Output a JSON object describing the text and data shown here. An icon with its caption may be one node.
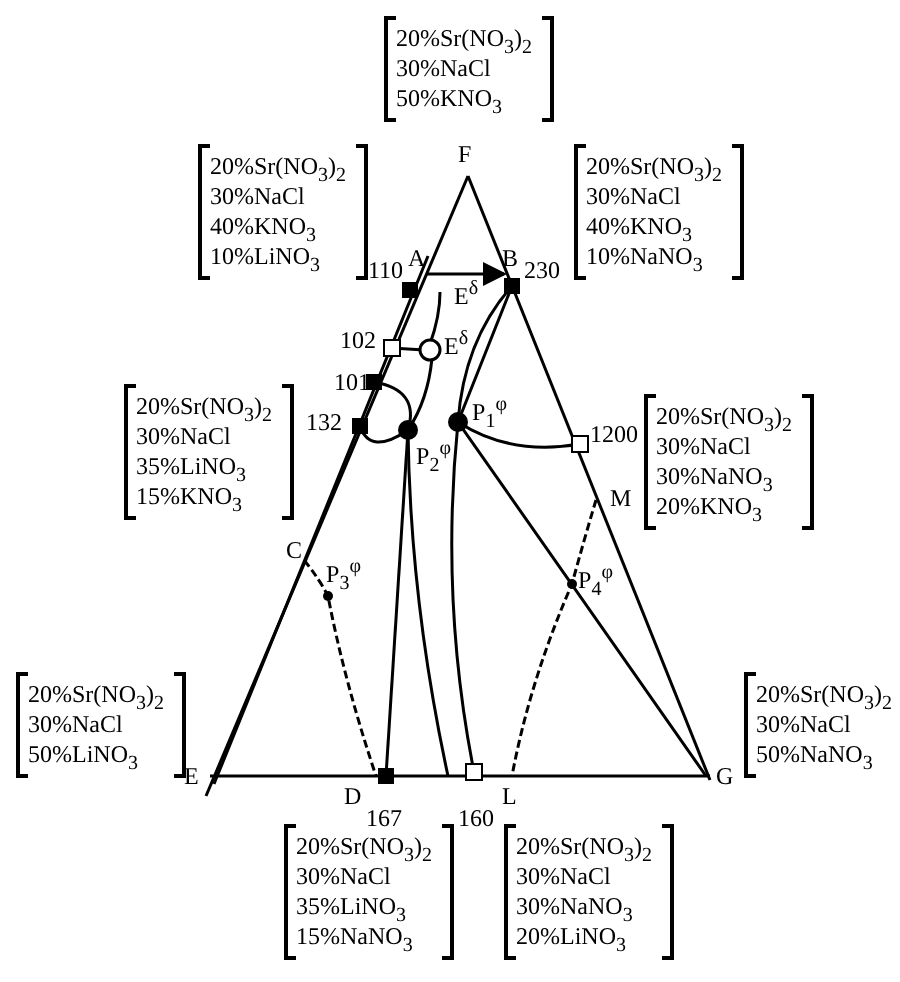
{
  "diagram": {
    "labels": [
      "20%Sr(NO$_{3}$)$_{2}$",
      "30%NaCl",
      "50%KNO$_{3}$",
      "F",
      "20%Sr(NO$_{3}$)$_{2}$",
      "30%NaCl",
      "40%KNO$_{3}$",
      "10%LiNO$_{3}$",
      "20%Sr(NO$_{3}$)$_{2}$",
      "30%NaCl",
      "40%KNO$_{3}$",
      "10%NaNO$_{3}$",
      "A",
      "B",
      "110",
      "230",
      "E$^{δ}$",
      "102",
      "E$^{δ}$",
      "101",
      "20%Sr(NO$_{3}$)$_{2}$",
      "30%NaCl",
      "35%LiNO$_{3}$",
      "15%KNO$_{3}$",
      "132",
      "P$_{2}$$^{φ}$",
      "P$_{1}$$^{φ}$",
      "1200",
      "20%Sr(NO$_{3}$)$_{2}$",
      "30%NaCl",
      "30%NaNO$_{3}$",
      "20%KNO$_{3}$",
      "M",
      "C",
      "P$_{3}$$^{φ}$",
      "P$_{4}$$^{φ}$",
      "20%Sr(NO$_{3}$)$_{2}$",
      "30%NaCl",
      "50%LiNO$_{3}$",
      "E",
      "G",
      "20%Sr(NO$_{3}$)$_{2}$",
      "30%NaCl",
      "50%NaNO$_{3}$",
      "D",
      "L",
      "167",
      "160",
      "20%Sr(NO$_{3}$)$_{2}$",
      "30%NaCl",
      "35%LiNO$_{3}$",
      "15%NaNO$_{3}$",
      "20%Sr(NO$_{3}$)$_{2}$",
      "30%NaCl",
      "30%NaNO$_{3}$",
      "20%LiNO$_{3}$"
    ]
  }
}
